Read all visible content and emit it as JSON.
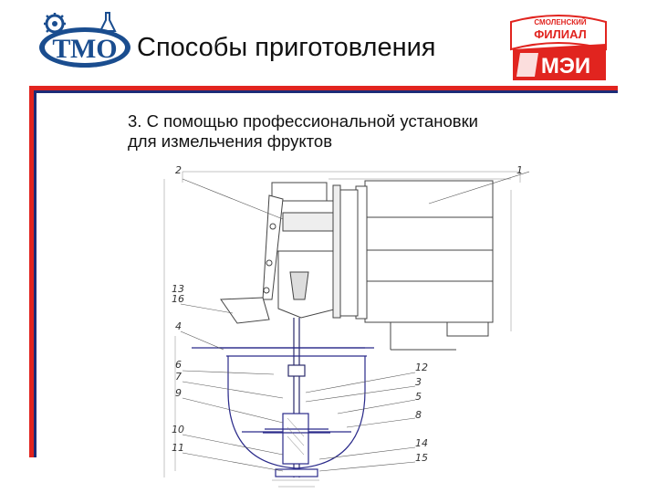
{
  "header": {
    "title": "Способы приготовления",
    "logo_left": {
      "text": "ТМО",
      "icon": "gear-icon",
      "color": "#1a4d8f"
    },
    "logo_right": {
      "line1": "СМОЛЕНСКИЙ",
      "line2": "ФИЛИАЛ",
      "line3": "МЭИ",
      "color": "#e1241f"
    }
  },
  "frame": {
    "accent": "#e1241f",
    "shadow": "#1c2c78"
  },
  "content": {
    "subtitle_line1": "3. С помощью профессиональной установки",
    "subtitle_line2": "для измельчения фруктов"
  },
  "drawing": {
    "callouts": [
      "1",
      "2",
      "13",
      "16",
      "4",
      "6",
      "7",
      "9",
      "10",
      "11",
      "12",
      "3",
      "5",
      "8",
      "14",
      "15"
    ]
  }
}
